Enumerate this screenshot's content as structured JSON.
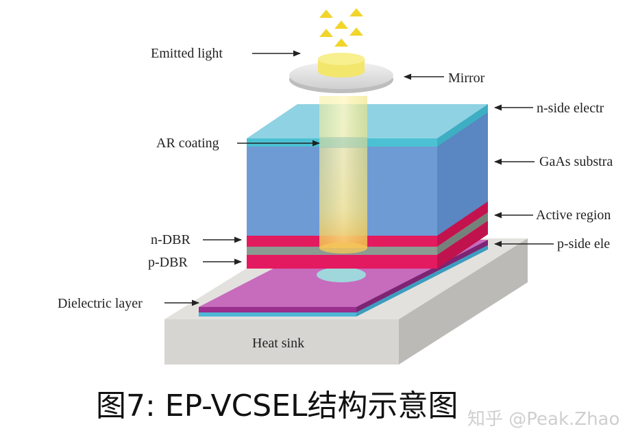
{
  "labels": {
    "emitted_light": "Emitted light",
    "mirror": "Mirror",
    "n_side_electrode": "n-side electr",
    "ar_coating": "AR coating",
    "gaas_substrate": "GaAs substra",
    "active_region": "Active region",
    "n_dbr": "n-DBR",
    "p_side_electrode": "p-side ele",
    "p_dbr": "p-DBR",
    "dielectric_layer": "Dielectric layer",
    "heat_sink": "Heat sink"
  },
  "caption": "图7:  EP-VCSEL结构示意图",
  "watermark": "知乎 @Peak.Zhao",
  "colors": {
    "gaas_front": "#6f9ad2",
    "gaas_side": "#5b86c0",
    "electrode_cyan": "#56c3d6",
    "dbr_magenta": "#e2185e",
    "active_gray": "#8a9a90",
    "dielectric_purple": "#c069b8",
    "heat_sink_gray": "#d9d7d3",
    "light_yellow": "#f5e84a",
    "arrow_yellow": "#f0d62a"
  }
}
